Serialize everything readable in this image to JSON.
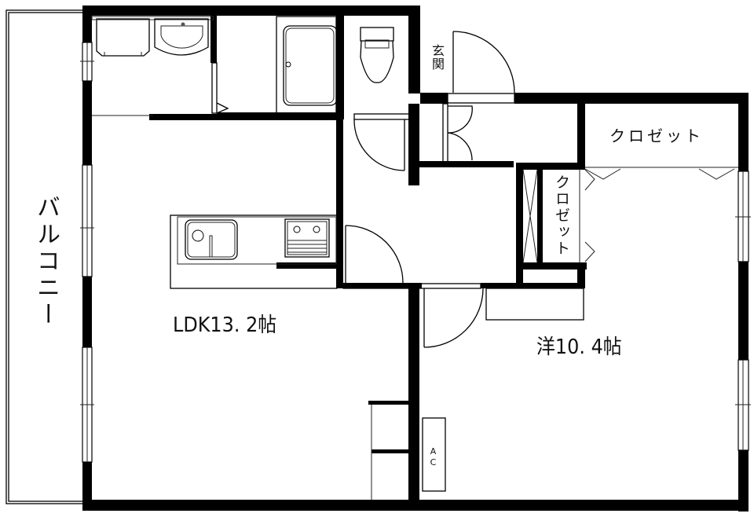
{
  "floor_plan": {
    "rooms": {
      "ldk": {
        "label": "LDK13. 2帖",
        "type": "living-dining-kitchen",
        "size_jo": 13.2
      },
      "western": {
        "label": "洋10. 4帖",
        "type": "western-bedroom",
        "size_jo": 10.4
      },
      "balcony": {
        "label": "バルコニー"
      },
      "entrance": {
        "label": "玄関"
      },
      "closet_top": {
        "label": "クロゼット"
      },
      "closet_side": {
        "label": "クロゼット"
      },
      "aircon": {
        "label": "AC"
      }
    },
    "fixtures": [
      {
        "name": "washing-machine-pan",
        "room": "washroom"
      },
      {
        "name": "wash-basin",
        "room": "washroom"
      },
      {
        "name": "bathtub",
        "room": "bathroom"
      },
      {
        "name": "toilet",
        "room": "toilet"
      },
      {
        "name": "kitchen-sink",
        "room": "ldk"
      },
      {
        "name": "gas-stove",
        "room": "ldk"
      },
      {
        "name": "shoe-cabinet",
        "room": "entrance"
      },
      {
        "name": "refrigerator-space",
        "room": "ldk"
      }
    ],
    "colors": {
      "wall": "#000000",
      "background": "#ffffff",
      "line": "#000000"
    }
  }
}
